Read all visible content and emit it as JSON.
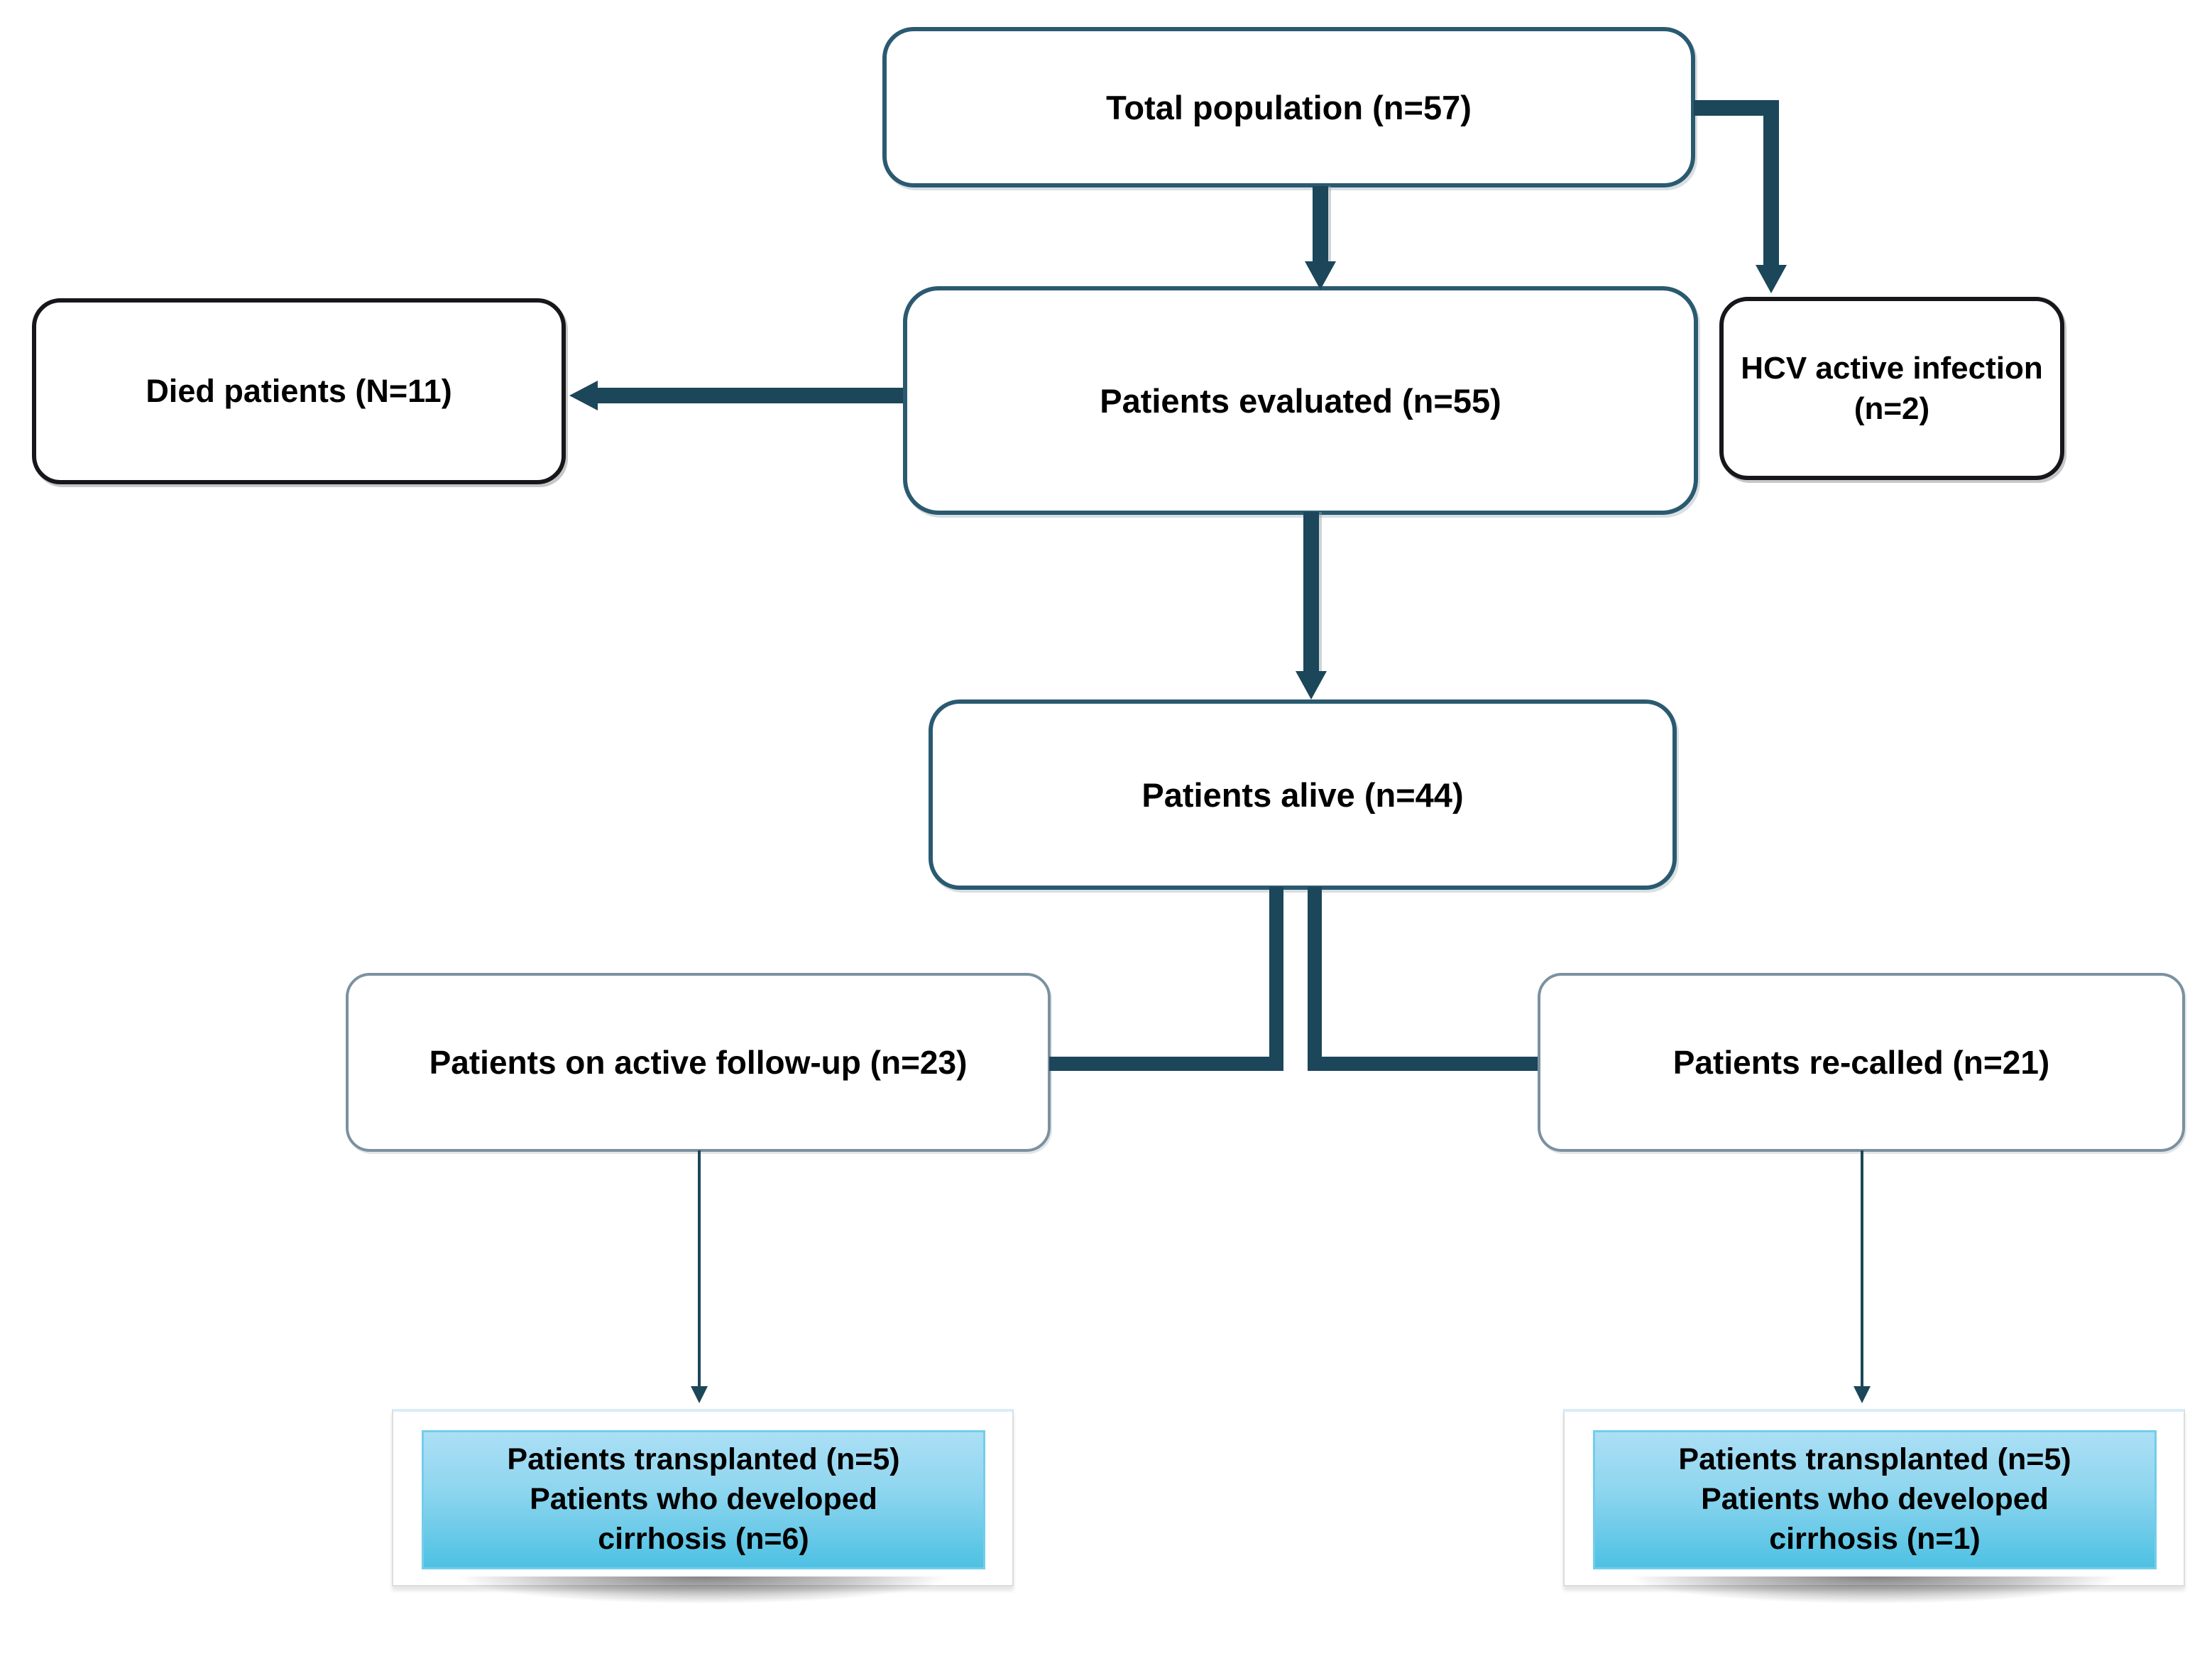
{
  "diagram": {
    "type": "flowchart",
    "nodes": {
      "total": {
        "label": "Total population (n=57)"
      },
      "evaluated": {
        "label": "Patients evaluated (n=55)"
      },
      "died": {
        "label": "Died patients (N=11)"
      },
      "hcv": {
        "label": "HCV active infection\n(n=2)"
      },
      "alive": {
        "label": "Patients alive (n=44)"
      },
      "followup": {
        "label": "Patients on active follow-up (n=23)"
      },
      "recalled": {
        "label": "Patients re-called (n=21)"
      },
      "outcome_left": {
        "label": "Patients transplanted (n=5)\nPatients who developed\ncirrhosis (n=6)"
      },
      "outcome_right": {
        "label": "Patients transplanted (n=5)\nPatients who developed\ncirrhosis (n=1)"
      }
    },
    "edges": [
      {
        "from": "total",
        "to": "evaluated",
        "style": "thick-arrow"
      },
      {
        "from": "total",
        "to": "hcv",
        "style": "thick-elbow-arrow"
      },
      {
        "from": "evaluated",
        "to": "died",
        "style": "thick-arrow"
      },
      {
        "from": "evaluated",
        "to": "alive",
        "style": "thick-arrow"
      },
      {
        "from": "alive",
        "to": "followup",
        "style": "thick-elbow"
      },
      {
        "from": "alive",
        "to": "recalled",
        "style": "thick-elbow"
      },
      {
        "from": "followup",
        "to": "outcome_left",
        "style": "thin-arrow"
      },
      {
        "from": "recalled",
        "to": "outcome_right",
        "style": "thin-arrow"
      }
    ],
    "colors": {
      "connector": "#1c4659",
      "teal_border": "#2a5a70",
      "dark_border": "#17171b",
      "gray_border": "#7b91a0",
      "highlight_top": "#abdff5",
      "highlight_bottom": "#4ec1e3",
      "highlight_border": "#74cdea",
      "text": "#000000",
      "background": "#ffffff"
    }
  }
}
